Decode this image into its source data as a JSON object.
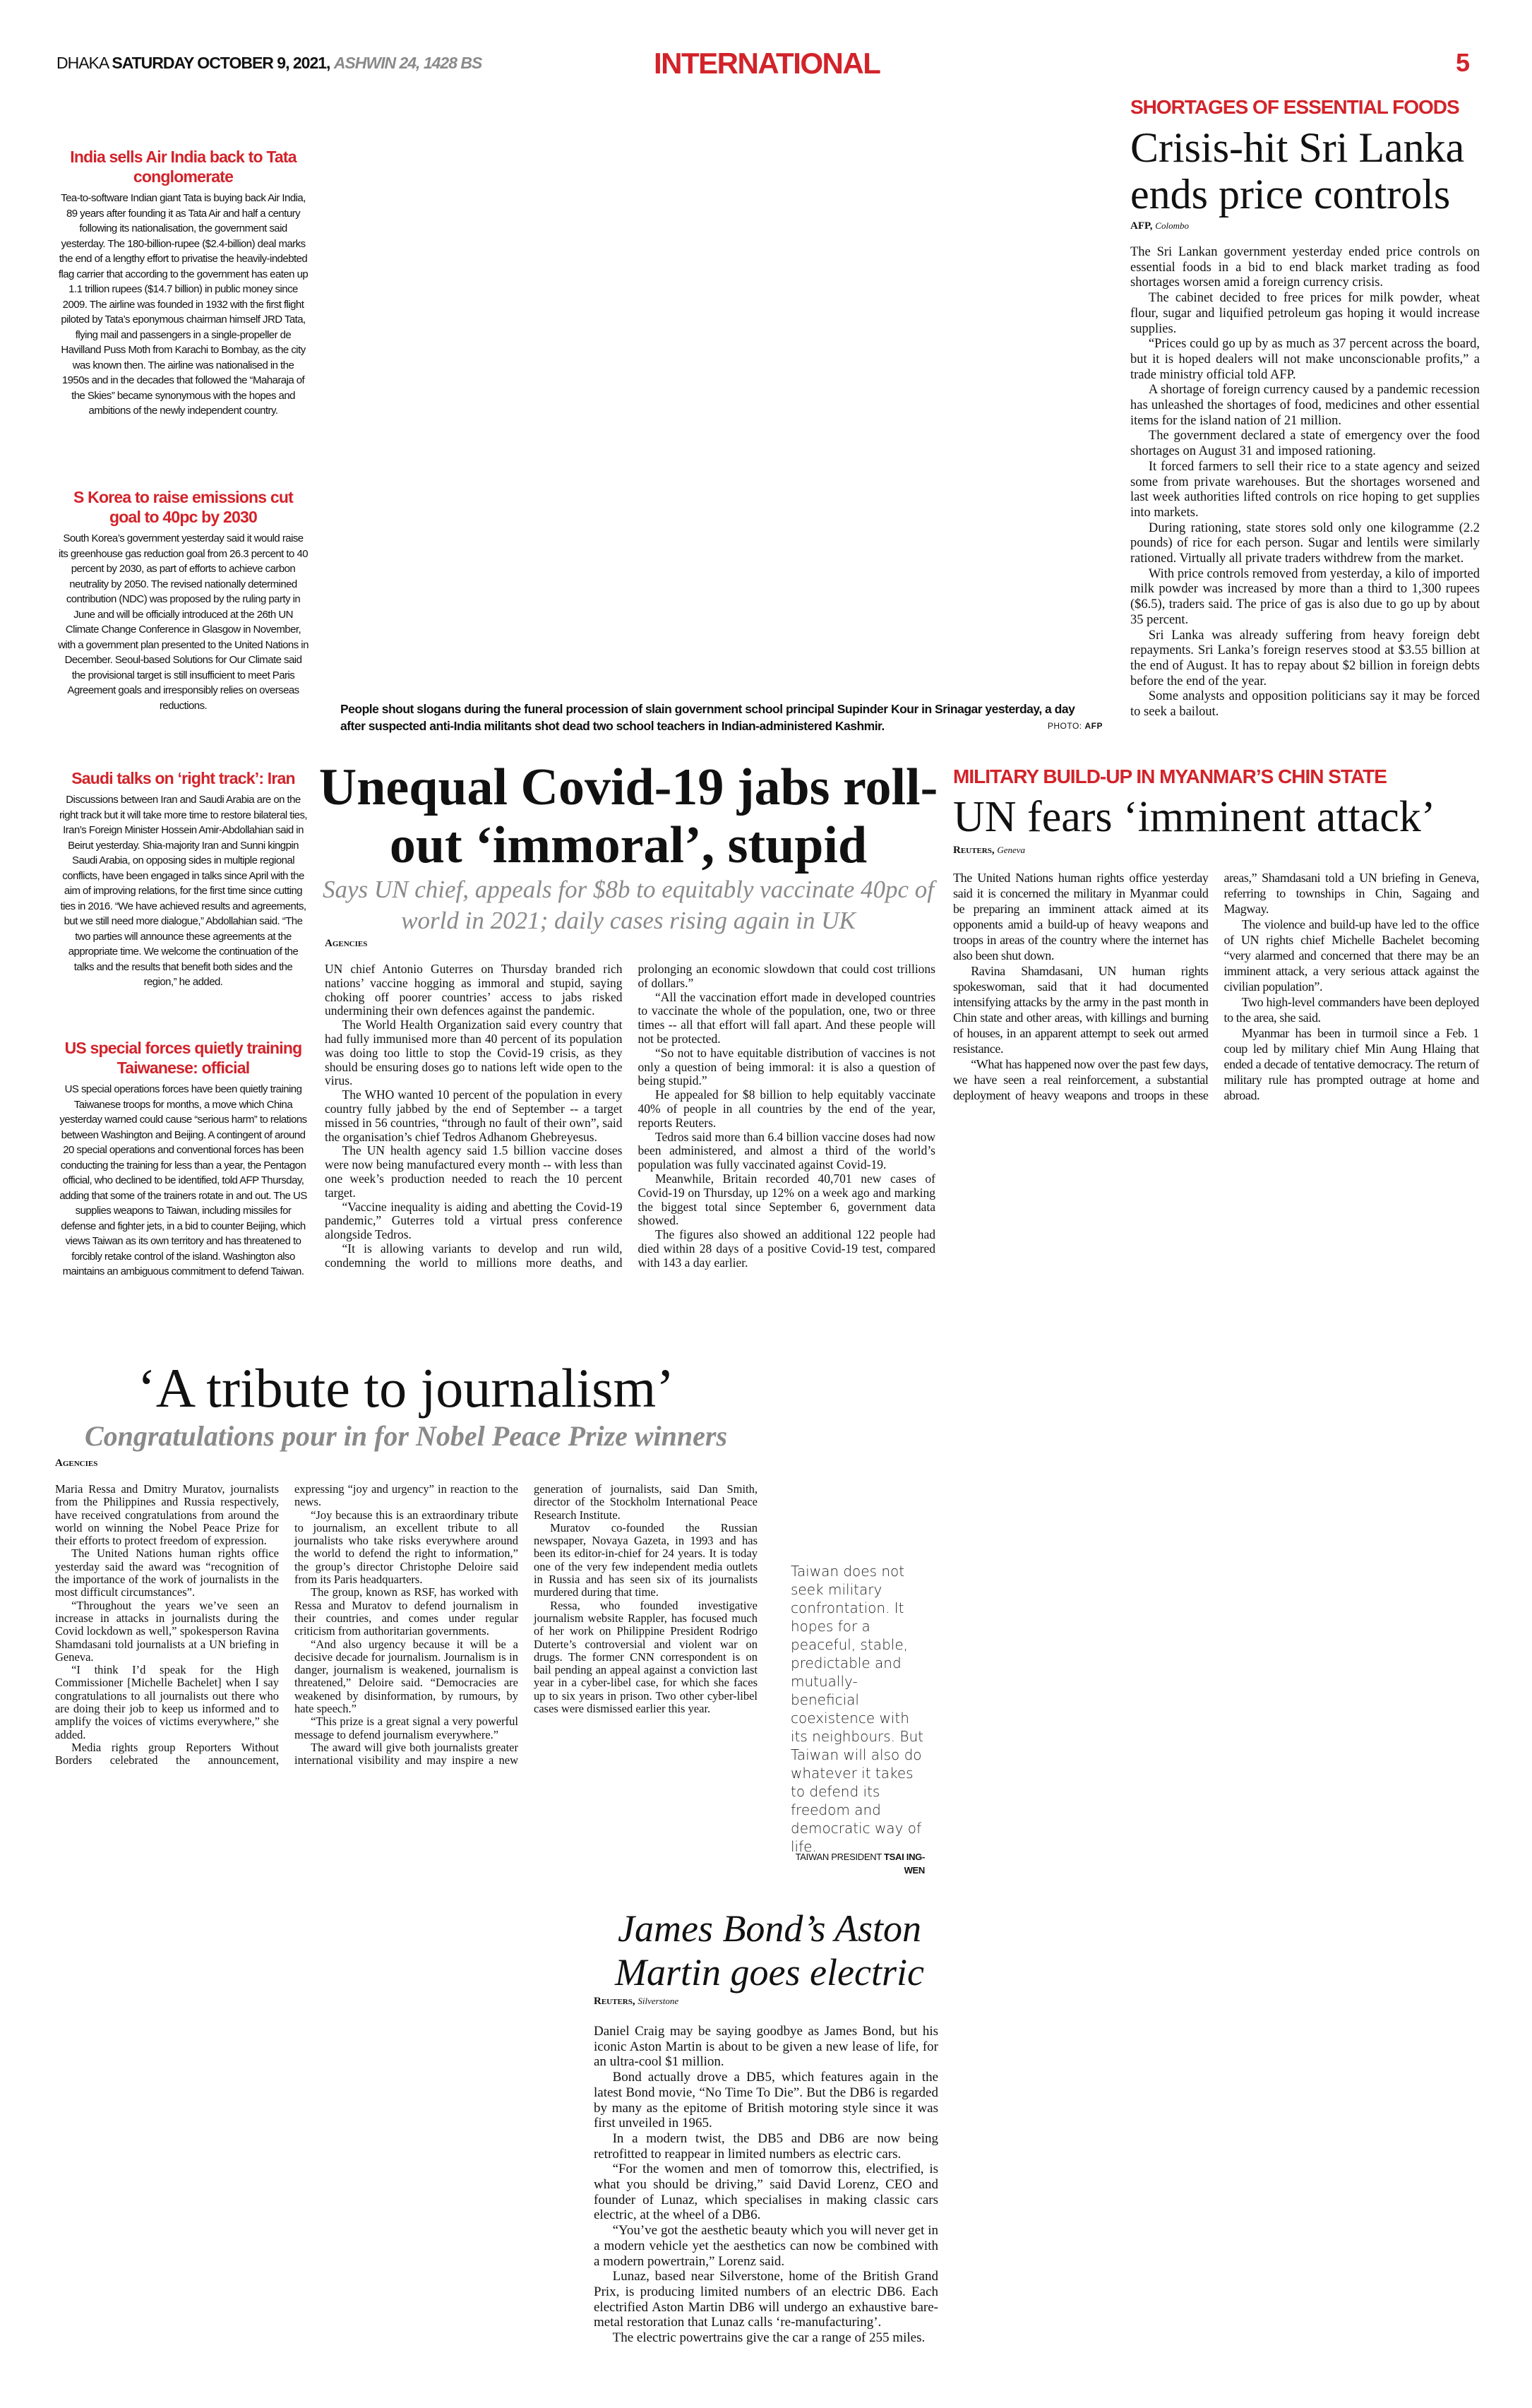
{
  "masthead": {
    "city": "DHAKA",
    "date": "SATURDAY OCTOBER 9, 2021,",
    "bangla_date": "ASHWIN 24, 1428 BS",
    "section": "INTERNATIONAL",
    "page_number": "5"
  },
  "colors": {
    "accent_red": "#d2232a",
    "subhead_gray": "#8a8a8a"
  },
  "briefs": [
    {
      "headline": "India sells Air India back to Tata conglomerate",
      "body": "Tea-to-software Indian giant Tata is buying back Air India, 89 years after founding it as Tata Air and half a century following its nationalisation, the government said yesterday. The 180-billion-rupee ($2.4-billion) deal marks the end of a lengthy effort to privatise the heavily-indebted flag carrier that according to the government has eaten up 1.1 trillion rupees ($14.7 billion) in public money since 2009. The airline was founded in 1932 with the first flight piloted by Tata’s eponymous chairman himself JRD Tata, flying mail and passengers in a single-propeller de Havilland Puss Moth from Karachi to Bombay, as the city was known then. The airline was nationalised in the 1950s and in the decades that followed the “Maharaja of the Skies” became synonymous with the hopes and ambitions of the newly independent country."
    },
    {
      "headline": "S Korea to raise emissions cut goal to 40pc by 2030",
      "body": "South Korea’s government yesterday said it would raise its greenhouse gas reduction goal from 26.3 percent to 40 percent by 2030, as part of efforts to achieve carbon neutrality by 2050. The revised nationally determined contribution (NDC) was proposed by the ruling party in June and will be officially introduced at the 26th UN Climate Change Conference in Glasgow in November, with a government plan presented to the United Nations in December. Seoul-based Solutions for Our Climate said the provisional target is still insufficient to meet Paris Agreement goals and irresponsibly relies on overseas reductions."
    },
    {
      "headline": "Saudi talks on ‘right track’: Iran",
      "body": "Discussions between Iran and Saudi Arabia are on the right track but it will take more time to restore bilateral ties, Iran’s Foreign Minister Hossein Amir-Abdollahian said in Beirut yesterday. Shia-majority Iran and Sunni kingpin Saudi Arabia, on opposing sides in multiple regional conflicts, have been engaged in talks since April with the aim of improving relations, for the first time since cutting ties in 2016. “We have achieved results and agreements, but we still need more dialogue,” Abdollahian said. “The two parties will announce these agreements at the appropriate time. We welcome the continuation of the talks and the results that benefit both sides and the region,” he added."
    },
    {
      "headline": "US special forces quietly training Taiwanese: official",
      "body": "US special operations forces have been quietly training Taiwanese troops for months, a move which China yesterday warned could cause “serious harm” to relations between Washington and Beijing. A contingent of around 20 special operations and conventional forces has been conducting the training for less than a year, the Pentagon official, who declined to be identified, told AFP Thursday, adding that some of the trainers rotate in and out. The US supplies weapons to Taiwan, including missiles for defense and fighter jets, in a bid to counter Beijing, which views Taiwan as its own territory and has threatened to forcibly retake control of the island. Washington also maintains an ambiguous commitment to defend Taiwan."
    }
  ],
  "photo": {
    "caption": "People shout slogans during the funeral procession of slain government school principal Supinder Kour in Srinagar yesterday, a day after suspected anti-India militants shot dead two school teachers in Indian-administered Kashmir.",
    "credit_label": "PHOTO:",
    "credit_source": "AFP"
  },
  "sri_lanka": {
    "kicker": "SHORTAGES OF ESSENTIAL FOODS",
    "headline": "Crisis-hit Sri Lanka ends price controls",
    "agency": "AFP,",
    "place": "Colombo",
    "paragraphs": [
      "The Sri Lankan government yesterday ended price controls on essential foods in a bid to end black market trading as food shortages worsen amid a foreign currency crisis.",
      "The cabinet decided to free prices for milk powder, wheat flour, sugar and liquified petroleum gas hoping it would increase supplies.",
      "“Prices could go up by as much as 37 percent across the board, but it is hoped dealers will not make unconscionable profits,” a trade ministry official told AFP.",
      "A shortage of foreign currency caused by a pandemic recession has unleashed the shortages of food, medicines and other essential items for the island nation of 21 million.",
      "The government declared a state of emergency over the food shortages on August 31 and imposed rationing.",
      "It forced farmers to sell their rice to a state agency and seized some from private warehouses. But the shortages worsened and last week authorities lifted controls on rice hoping to get supplies into markets.",
      "During rationing, state stores sold only one kilogramme (2.2 pounds) of rice for each person. Sugar and lentils were similarly rationed. Virtually all private traders withdrew from the market.",
      "With price controls removed from yesterday, a kilo of imported milk powder was increased by more than a third to 1,300 rupees ($6.5), traders said. The price of gas is also due to go up by about 35 percent.",
      "Sri Lanka was already suffering from heavy foreign debt repayments. Sri Lanka’s foreign reserves stood at $3.55 billion at the end of August. It has to repay about $2 billion in foreign debts before the end of the year.",
      "Some analysts and opposition politicians say it may be forced to seek a bailout."
    ]
  },
  "covid": {
    "headline": "Unequal Covid-19 jabs roll-out ‘immoral’, stupid",
    "subhead": "Says UN chief, appeals for $8b to equitably vaccinate 40pc of world in 2021; daily cases rising again in UK",
    "agency": "Agencies",
    "paragraphs": [
      "UN chief Antonio Guterres on Thursday branded rich nations’ vaccine hogging as immoral and stupid, saying choking off poorer countries’ access to jabs risked undermining their own defences against the pandemic.",
      "The World Health Organization said every country that had fully immunised more than 40 percent of its population was doing too little to stop the Covid-19 crisis, as they should be ensuring doses go to nations left wide open to the virus.",
      "The WHO wanted 10 percent of the population in every country fully jabbed by the end of September -- a target missed in 56 countries, “through no fault of their own”, said the organisation’s chief Tedros Adhanom Ghebreyesus.",
      "The UN health agency said 1.5 billion vaccine doses were now being manufactured every month -- with less than one week’s production needed to reach the 10 percent target.",
      "“Vaccine inequality is aiding and abetting the Covid-19 pandemic,” Guterres told a virtual press conference alongside Tedros.",
      "“It is allowing variants to develop and run wild, condemning the world to millions more deaths, and prolonging an economic slowdown that could cost trillions of dollars.”",
      "“All the vaccination effort made in developed countries to vaccinate the whole of the population, one, two or three times -- all that effort will fall apart. And these people will not be protected.",
      "“So not to have equitable distribution of vaccines is not only a question of being immoral: it is also a question of being stupid.”",
      "He appealed for $8 billion to help equitably vaccinate 40% of people in all countries by the end of the year, reports Reuters.",
      "Tedros said more than 6.4 billion vaccine doses had now been administered, and almost a third of the world’s population was fully vaccinated against Covid-19.",
      "Meanwhile, Britain recorded 40,701 new cases of Covid-19 on Thursday, up 12% on a week ago and marking the biggest total since September 6, government data showed.",
      "The figures also showed an additional 122 people had died within 28 days of a positive Covid-19 test, compared with 143 a day earlier."
    ]
  },
  "myanmar": {
    "kicker": "MILITARY BUILD-UP IN MYANMAR’S CHIN STATE",
    "headline": "UN fears ‘imminent attack’",
    "agency": "Reuters,",
    "place": "Geneva",
    "paragraphs": [
      "The United Nations human rights office yesterday said it is concerned the military in Myanmar could be preparing an imminent attack aimed at its opponents amid a build-up of heavy weapons and troops in areas of the country where the internet has also been shut down.",
      "Ravina Shamdasani, UN human rights spokeswoman, said that it had documented intensifying attacks by the army in the past month in Chin state and other areas, with killings and burning of houses, in an apparent attempt to seek out armed resistance.",
      "“What has happened now over the past few days, we have seen a real reinforcement, a substantial deployment of heavy weapons and troops in these areas,” Shamdasani told a UN briefing in Geneva, referring to townships in Chin, Sagaing and Magway.",
      "The violence and build-up have led to the office of UN rights chief Michelle Bachelet becoming “very alarmed and concerned that there may be an imminent attack, a very serious attack against the civilian population”.",
      "Two high-level commanders have been deployed to the area, she said.",
      "Myanmar has been in turmoil since a Feb. 1 coup led by military chief Min Aung Hlaing that ended a decade of tentative democracy. The return of military rule has prompted outrage at home and abroad."
    ]
  },
  "tribute": {
    "headline": "‘A tribute to journalism’",
    "subhead": "Congratulations pour in for Nobel Peace Prize winners",
    "agency": "Agencies",
    "paragraphs": [
      "Maria Ressa and Dmitry Muratov, journalists from the Philippines and Russia respectively, have received congratulations from around the world on winning the Nobel Peace Prize for their efforts to protect freedom of expression.",
      "The United Nations human rights office yesterday said the award was “recognition of the importance of the work of journalists in the most difficult circumstances”.",
      "“Throughout the years we’ve seen an increase in attacks in journalists during the Covid lockdown as well,” spokesperson Ravina Shamdasani told journalists at a UN briefing in Geneva.",
      "“I think I’d speak for the High Commissioner [Michelle Bachelet] when I say congratulations to all journalists out there who are doing their job to keep us informed and to amplify the voices of victims everywhere,” she added.",
      "Media rights group Reporters Without Borders celebrated the announcement, expressing “joy and urgency” in reaction to the news.",
      "“Joy because this is an extraordinary tribute to journalism, an excellent tribute to all journalists who take risks everywhere around the world to defend the right to information,” the group’s director Christophe Deloire said from its Paris headquarters.",
      "The group, known as RSF, has worked with Ressa and Muratov to defend journalism in their countries, and comes under regular criticism from authoritarian governments.",
      "“And also urgency because it will be a decisive decade for journalism. Journalism is in danger, journalism is weakened, journalism is threatened,” Deloire said. “Democracies are weakened by disinformation, by rumours, by hate speech.”",
      "“This prize is a great signal a very powerful message to defend journalism everywhere.”",
      "The award will give both journalists greater international visibility and may inspire a new generation of journalists, said Dan Smith, director of the Stockholm International Peace Research Institute.",
      "Muratov co-founded the Russian newspaper, Novaya Gazeta, in 1993 and has been its editor-in-chief for 24 years. It is today one of the very few independent media outlets in Russia and has seen six of its journalists murdered during that time.",
      "Ressa, who founded investigative journalism website Rappler, has focused much of her work on Philippine President Rodrigo Duterte’s controversial and violent war on drugs. The former CNN correspondent is on bail pending an appeal against a conviction last year in a cyber-libel case, for which she faces up to six years in prison. Two other cyber-libel cases were dismissed earlier this year."
    ]
  },
  "pull_quote": {
    "text": "Taiwan does not seek military confrontation. It hopes for a peaceful, stable, predictable and mutually-beneficial coexistence with its neighbours. But Taiwan will also do whatever it takes to defend its freedom and democratic way of life.",
    "attribution_title": "TAIWAN PRESIDENT",
    "attribution_name": "TSAI ING-WEN"
  },
  "bond": {
    "headline": "James Bond’s Aston Martin goes electric",
    "agency": "Reuters,",
    "place": "Silverstone",
    "paragraphs": [
      "Daniel Craig may be saying goodbye as James Bond, but his iconic Aston Martin is about to be given a new lease of life, for an ultra-cool $1 million.",
      "Bond actually drove a DB5, which features again in the latest Bond movie, “No Time To Die”. But the DB6 is regarded by many as the epitome of British motoring style since it was first unveiled in 1965.",
      "In a modern twist, the DB5 and DB6 are now being retrofitted to reappear in limited numbers as electric cars.",
      "“For the women and men of tomorrow this, electrified, is what you should be driving,” said David Lorenz, CEO and founder of Lunaz, which specialises in making classic cars electric, at the wheel of a DB6.",
      "“You’ve got the aesthetic beauty which you will never get in a modern vehicle yet the aesthetics can now be combined with a modern powertrain,” Lorenz said.",
      "Lunaz, based near Silverstone, home of the British Grand Prix, is producing limited numbers of an electric DB6. Each electrified Aston Martin DB6 will undergo an exhaustive bare-metal restoration that Lunaz calls ‘re-manufacturing’.",
      "The electric powertrains give the car a range of 255 miles."
    ]
  }
}
